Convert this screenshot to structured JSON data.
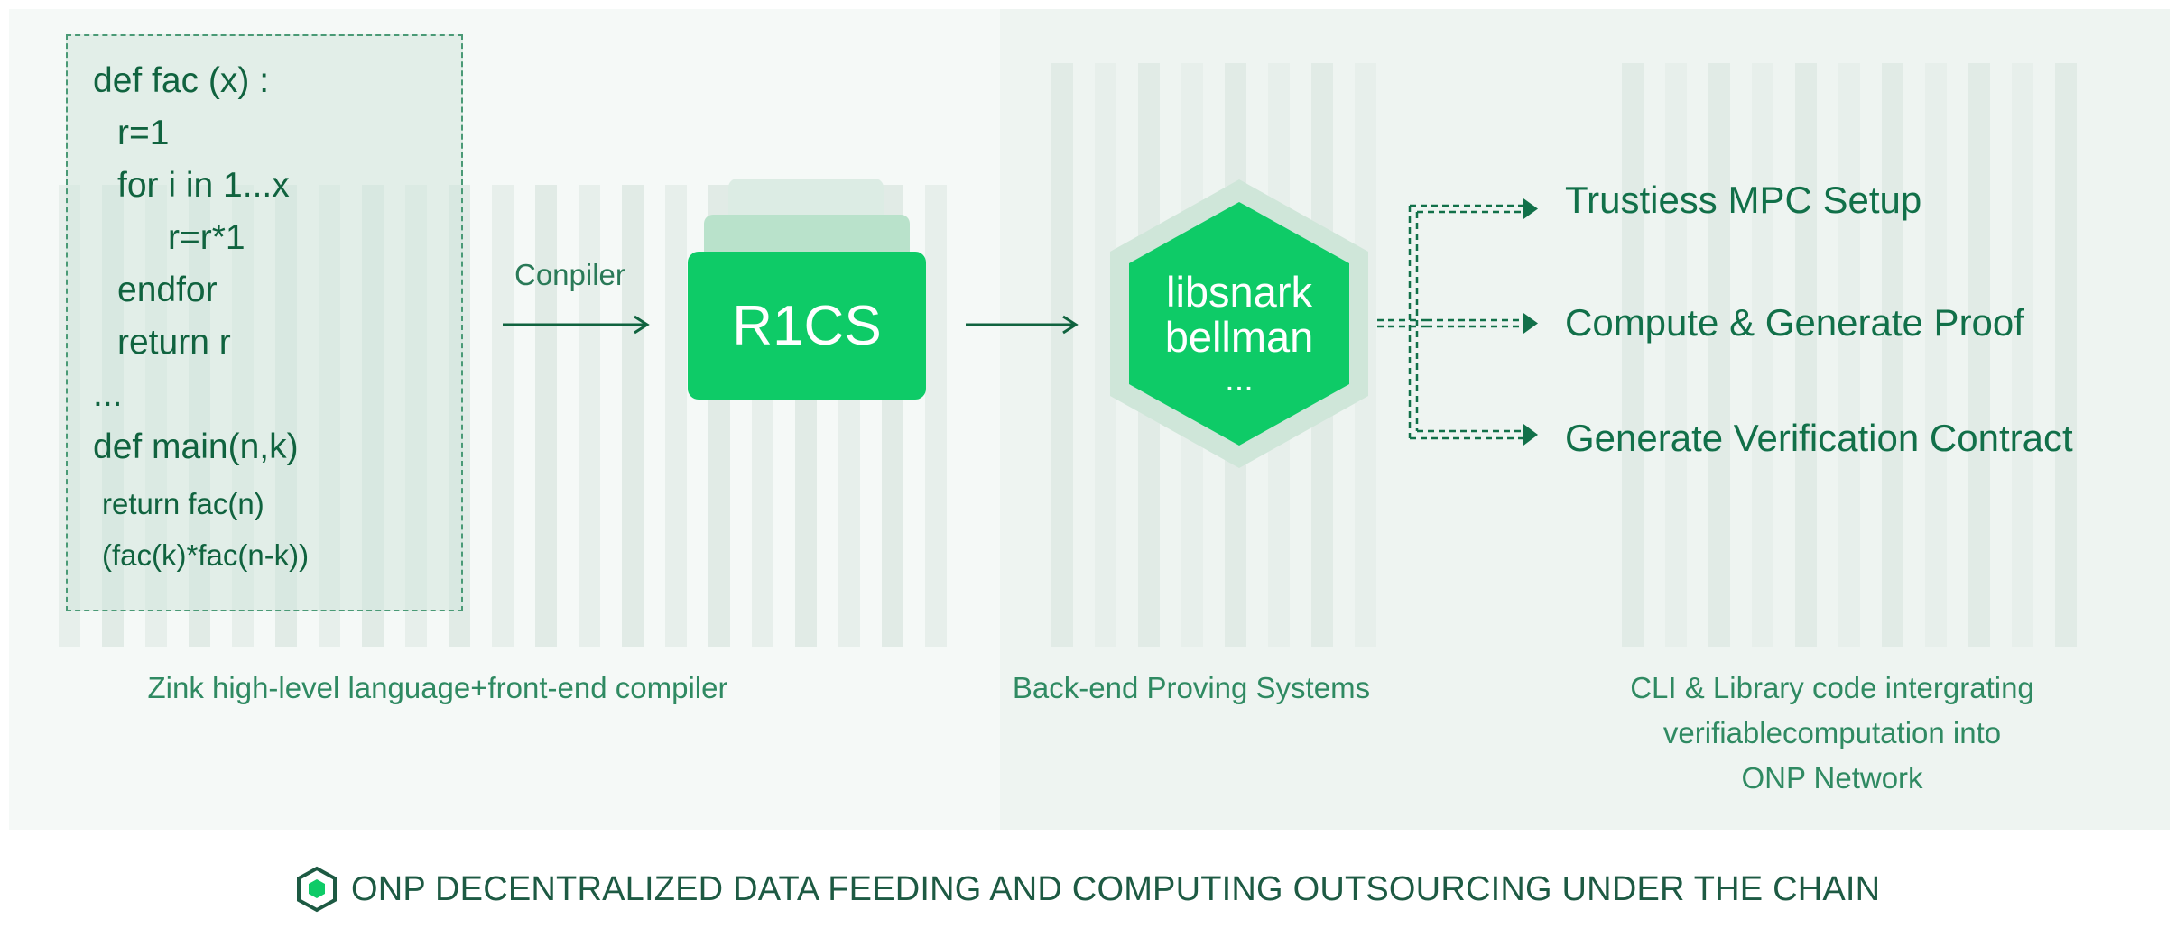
{
  "code": {
    "lines": [
      "def fac (x) :",
      "r=1",
      "for i in 1...x",
      "r=r*1",
      "endfor",
      "return r",
      "...",
      "def main(n,k)"
    ],
    "small_lines": [
      "return fac(n)",
      "(fac(k)*fac(n-k))"
    ]
  },
  "compiler_label": "Conpiler",
  "r1cs_label": "R1CS",
  "backend": {
    "line1": "libsnark",
    "line2": "bellman",
    "line3": "..."
  },
  "outputs": [
    "Trustiess MPC Setup",
    "Compute & Generate Proof",
    "Generate Verification Contract"
  ],
  "captions": {
    "frontend": "Zink high-level language+front-end compiler",
    "backend": "Back-end Proving Systems",
    "cli": [
      "CLI & Library code intergrating",
      "verifiablecomputation into",
      "ONP Network"
    ]
  },
  "footer": {
    "text": "ONP DECENTRALIZED DATA FEEDING AND COMPUTING OUTSOURCING UNDER THE CHAIN",
    "icon": "onp-logo-icon"
  },
  "colors": {
    "accent": "#0ecb67",
    "dark_green": "#117049",
    "caption": "#2f8a62"
  }
}
